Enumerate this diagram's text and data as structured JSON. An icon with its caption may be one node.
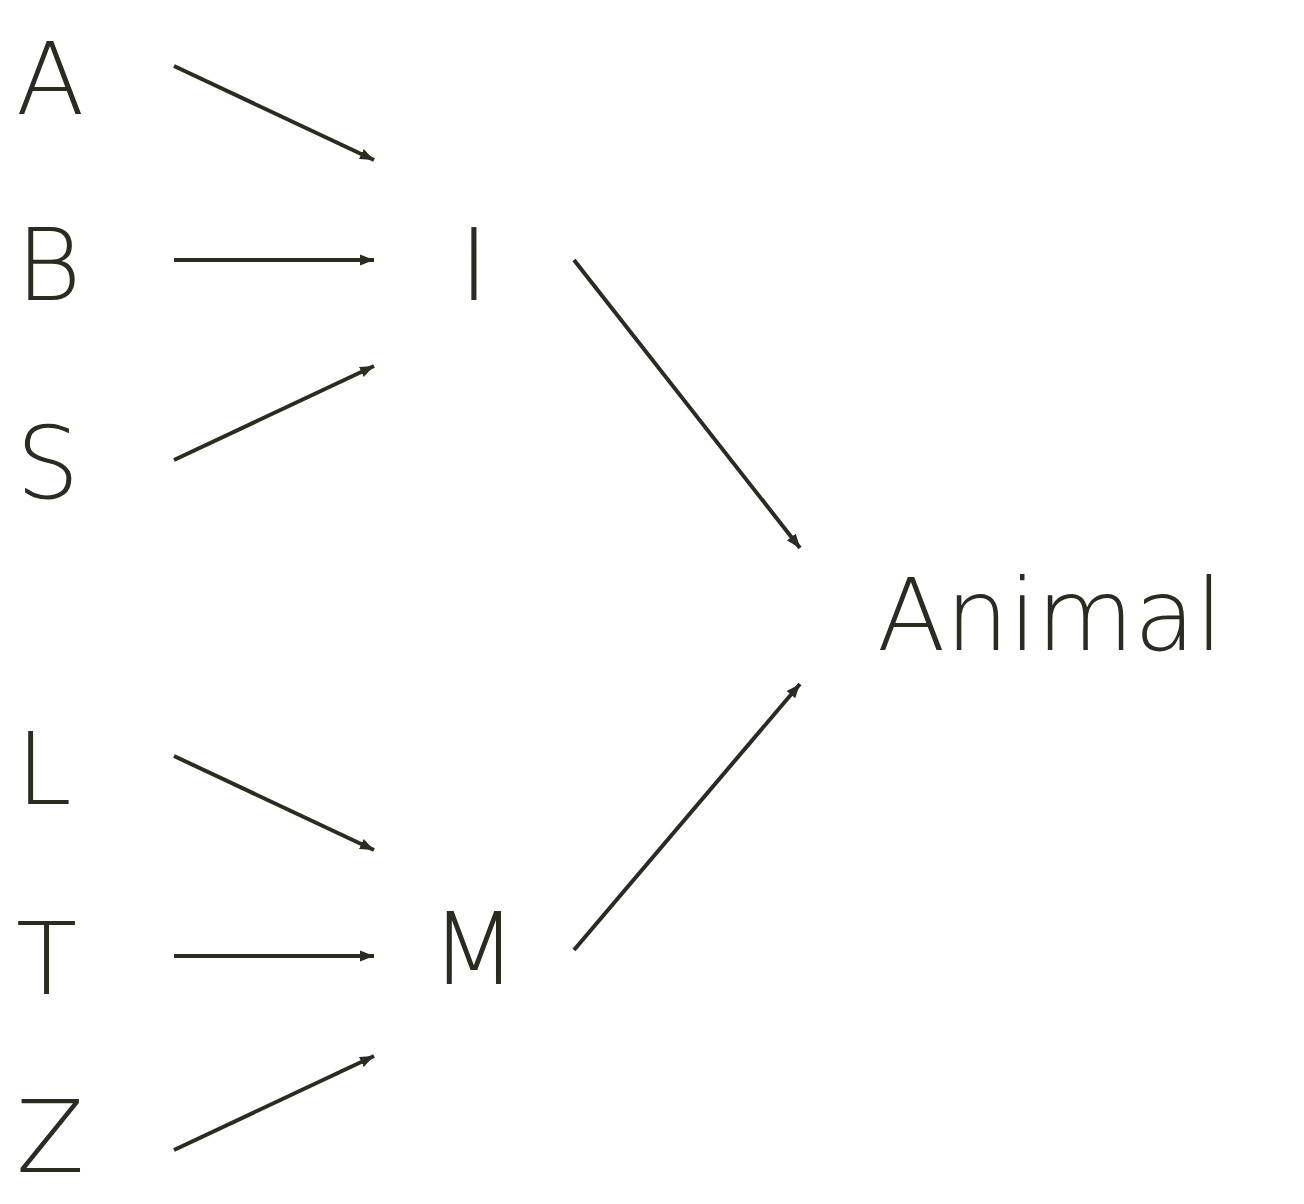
{
  "diagram": {
    "nodes": [
      {
        "text": [
          "A"
        ]
      },
      {
        "text": [
          "B"
        ]
      },
      {
        "text": [
          "S"
        ]
      },
      {
        "text": [
          "I"
        ]
      },
      {
        "text": [
          "Animal"
        ]
      },
      {
        "text": [
          "L"
        ]
      },
      {
        "text": [
          "T"
        ]
      },
      {
        "text": [
          "Z"
        ]
      },
      {
        "text": [
          "M"
        ]
      }
    ],
    "edges": [
      {
        "from": 0,
        "to": 3,
        "arrow": "to"
      },
      {
        "from": 1,
        "to": 3,
        "arrow": "to"
      },
      {
        "from": 2,
        "to": 3,
        "arrow": "to"
      },
      {
        "from": 3,
        "to": 4,
        "arrow": "to"
      },
      {
        "from": 5,
        "to": 8,
        "arrow": "to"
      },
      {
        "from": 6,
        "to": 8,
        "arrow": "to"
      },
      {
        "from": 7,
        "to": 8,
        "arrow": "to"
      },
      {
        "from": 8,
        "to": 4,
        "arrow": "to"
      }
    ]
  }
}
